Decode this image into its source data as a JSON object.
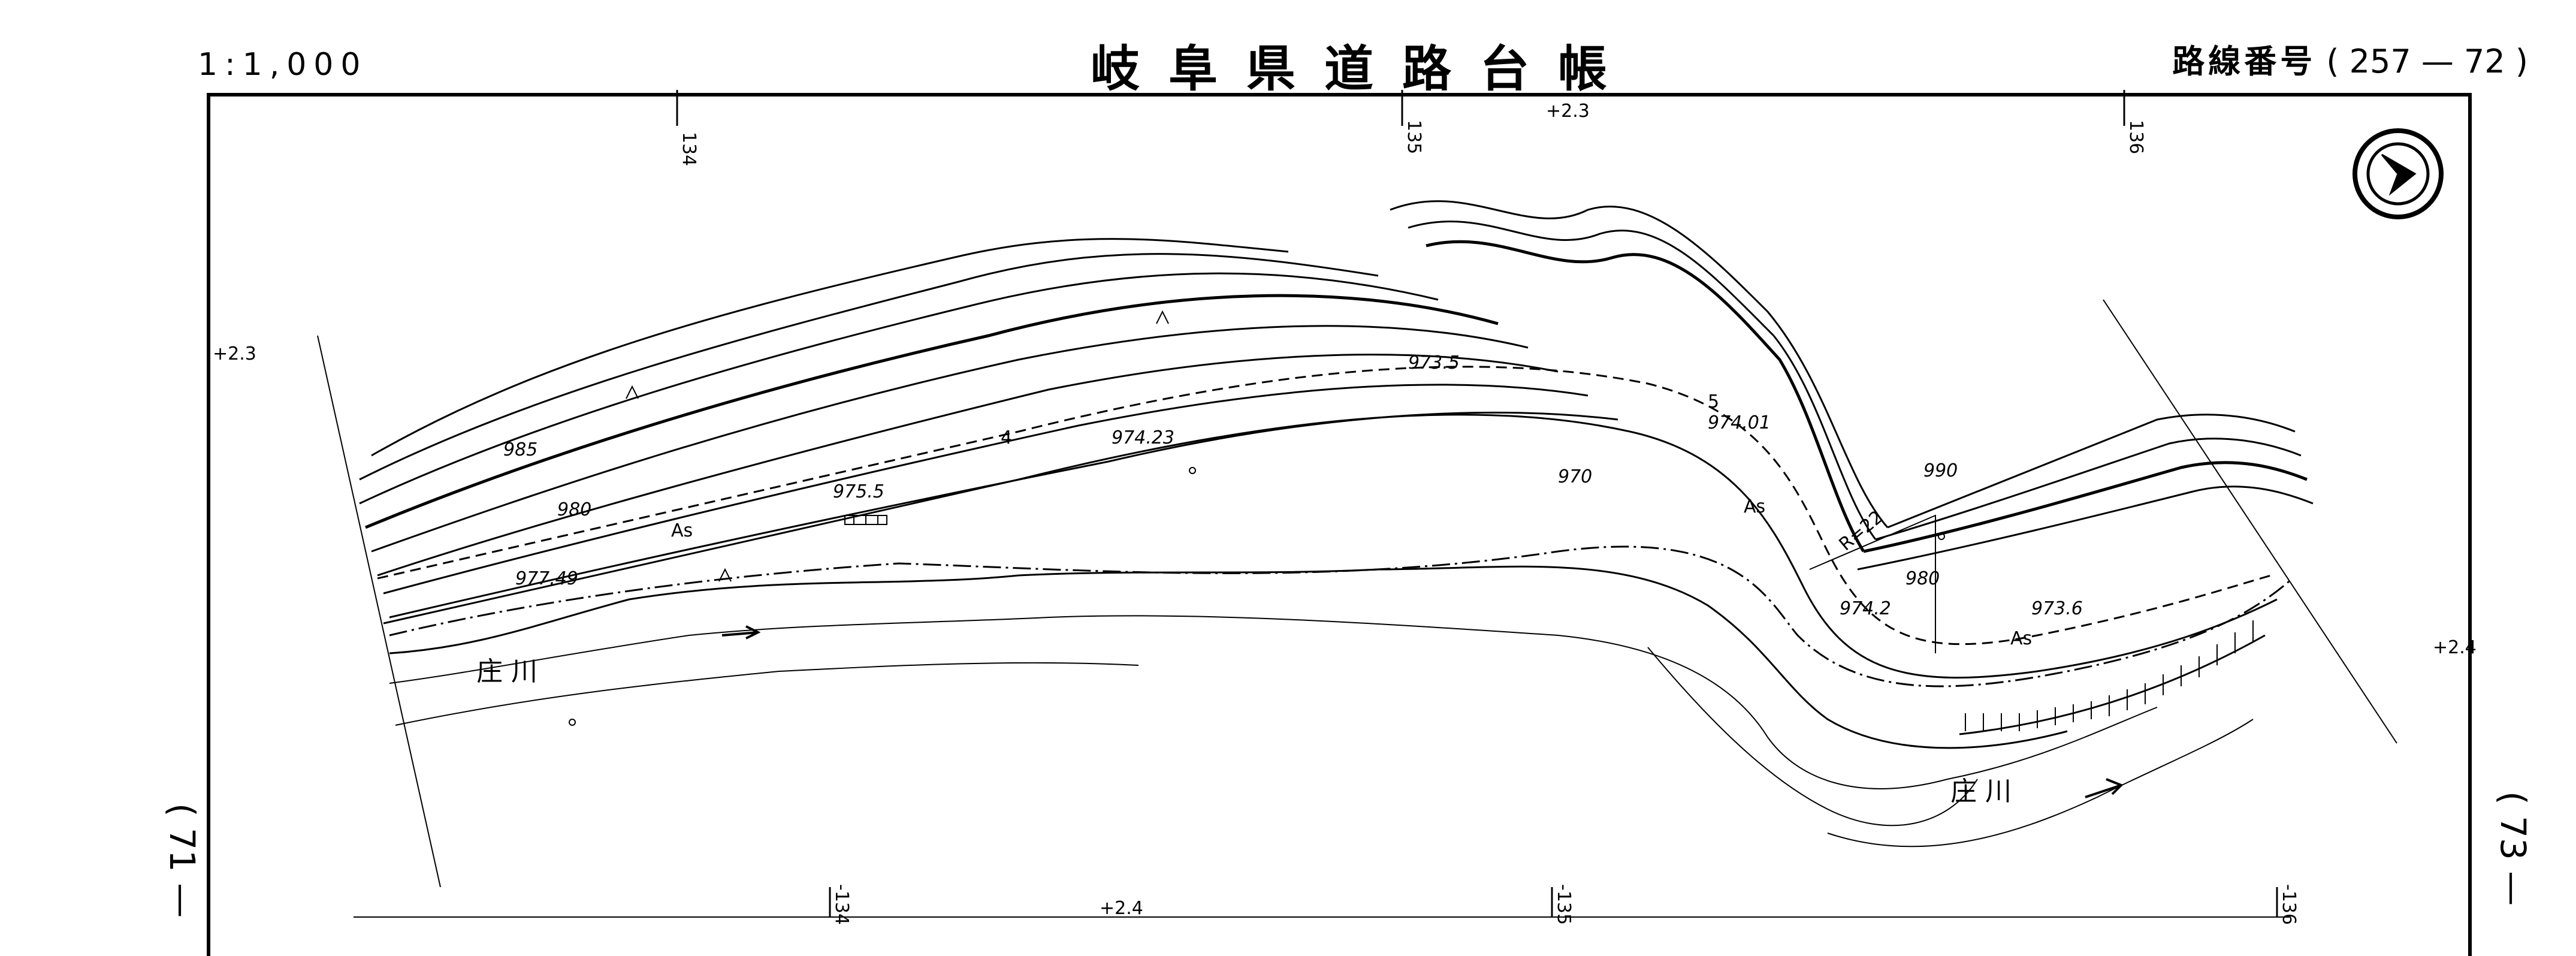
{
  "header": {
    "scale": "1:1,000",
    "title": "岐阜県道路台帳",
    "route_label": "路線番号",
    "route_number": "( 257 — 72 )"
  },
  "sheets": {
    "left": "( 71 —",
    "right": "( 73 —"
  },
  "stations": {
    "top": [
      "134",
      "135",
      "136"
    ],
    "bottom": [
      "-134",
      "-135",
      "-136"
    ],
    "offsets": [
      "+2.3",
      "+2.3",
      "+2.4",
      "+2.4"
    ]
  },
  "contours": {
    "labels": [
      "985",
      "980",
      "975.5",
      "977.49",
      "974.23",
      "973.5",
      "970",
      "974.01",
      "990",
      "980",
      "974.2",
      "973.6"
    ],
    "point_labels": [
      "4",
      "5"
    ],
    "curve_radius": "R=22"
  },
  "map_labels": {
    "road_surface": "As",
    "river_name": "庄 川",
    "river_name_2": "庄 川"
  },
  "colors": {
    "ink": "#000000",
    "paper": "#ffffff"
  }
}
